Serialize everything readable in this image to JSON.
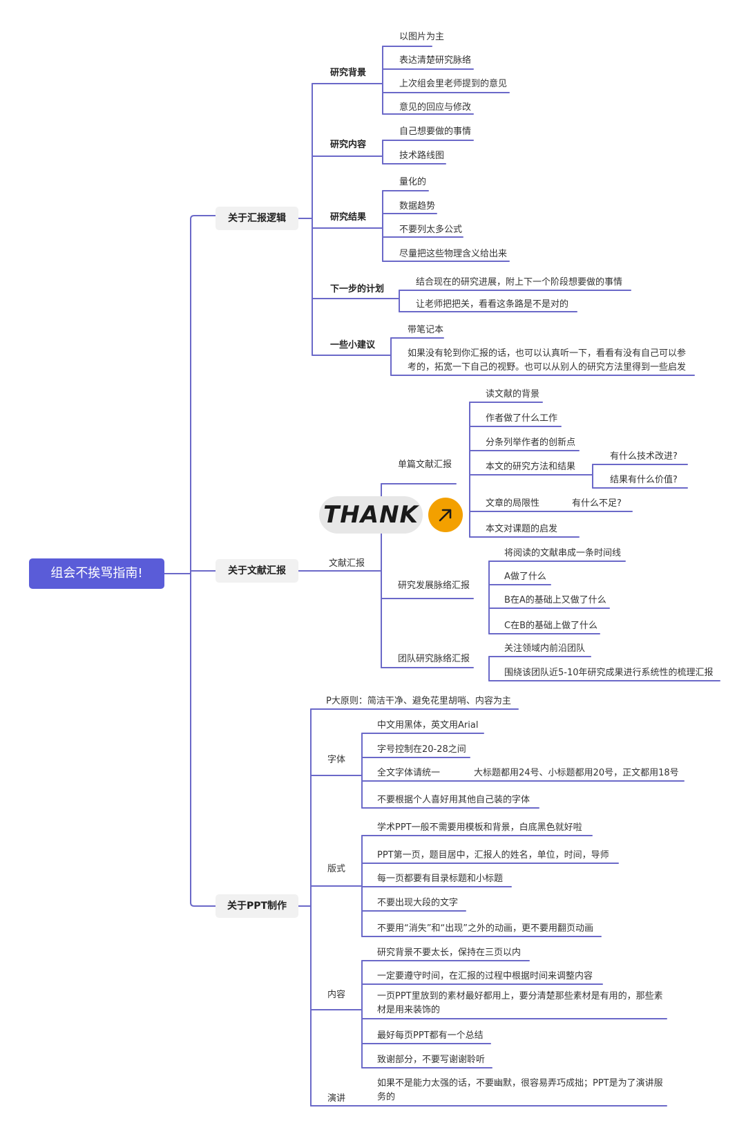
{
  "root": "组会不挨骂指南!",
  "logic": {
    "label": "关于汇报逻辑",
    "background": {
      "label": "研究背景",
      "items": [
        "以图片为主",
        "表达清楚研究脉络",
        "上次组会里老师提到的意见",
        "意见的回应与修改"
      ]
    },
    "content": {
      "label": "研究内容",
      "items": [
        "自己想要做的事情",
        "技术路线图"
      ]
    },
    "results": {
      "label": "研究结果",
      "items": [
        "量化的",
        "数据趋势",
        "不要列太多公式",
        "尽量把这些物理含义给出来"
      ]
    },
    "plan": {
      "label": "下一步的计划",
      "items": [
        "结合现在的研究进展，附上下一个阶段想要做的事情",
        "让老师把把关，看看这条路是不是对的"
      ]
    },
    "tips": {
      "label": "一些小建议",
      "items": [
        "带笔记本",
        "如果没有轮到你汇报的话，也可以认真听一下，看看有没有自己可以参考的，拓宽一下自己的视野。也可以从别人的研究方法里得到一些启发"
      ]
    }
  },
  "literature": {
    "label": "关于文献汇报",
    "sub": "文献汇报",
    "single": {
      "label": "单篇文献汇报",
      "items": [
        "读文献的背景",
        "作者做了什么工作",
        "分条列举作者的创新点",
        "本文的研究方法和结果",
        "文章的局限性",
        "本文对课题的启发"
      ],
      "method_children": [
        "有什么技术改进?",
        "结果有什么价值?"
      ],
      "limit_child": "有什么不足?"
    },
    "timeline": {
      "label": "研究发展脉络汇报",
      "items": [
        "将阅读的文献串成一条时间线",
        "A做了什么",
        "B在A的基础上又做了什么",
        "C在B的基础上做了什么"
      ]
    },
    "team": {
      "label": "团队研究脉络汇报",
      "items": [
        "关注领域内前沿团队",
        "围绕该团队近5-10年研究成果进行系统性的梳理汇报"
      ]
    },
    "overlay": {
      "thank": "THANK",
      "arrow_icon": "arrow-up-right-icon",
      "arrow_color": "#f3a000"
    }
  },
  "ppt": {
    "label": "关于PPT制作",
    "principle": "P大原则：简洁干净、避免花里胡哨、内容为主",
    "font": {
      "label": "字体",
      "items": [
        "中文用黑体，英文用Arial",
        "字号控制在20-28之间",
        "全文字体请统一",
        "不要根据个人喜好用其他自己装的字体"
      ],
      "unify_child": "大标题都用24号、小标题都用20号，正文都用18号"
    },
    "layout": {
      "label": "版式",
      "items": [
        "学术PPT一般不需要用模板和背景，白底黑色就好啦",
        "PPT第一页，题目居中，汇报人的姓名，单位，时间，导师",
        "每一页都要有目录标题和小标题",
        "不要出现大段的文字",
        "不要用“消失”和“出现”之外的动画，更不要用翻页动画"
      ]
    },
    "content": {
      "label": "内容",
      "items": [
        "研究背景不要太长，保持在三页以内",
        "一定要遵守时间，在汇报的过程中根据时间来调整内容",
        "一页PPT里放到的素材最好都用上，要分清楚那些素材是有用的，那些素材是用来装饰的",
        "最好每页PPT都有一个总结",
        "致谢部分，不要写谢谢聆听"
      ]
    },
    "speech": {
      "label": "演讲",
      "items": [
        "如果不是能力太强的话，不要幽默，很容易弄巧成拙；PPT是为了演讲服务的"
      ]
    }
  },
  "colors": {
    "line": "#6a68c8",
    "root": "#5a5cd8",
    "accent": "#f3a000"
  }
}
